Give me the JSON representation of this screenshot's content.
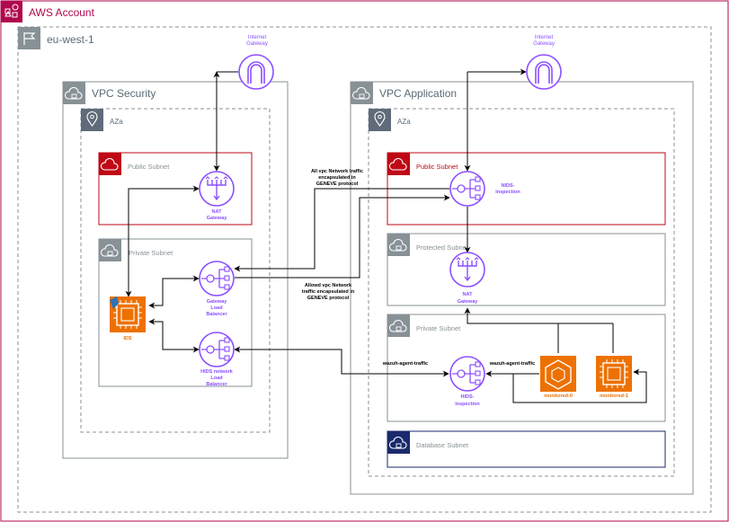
{
  "colors": {
    "account": "#B0084D",
    "region": "#879196",
    "vpc": "#879196",
    "az": "#879196",
    "public_subnet": "#BF0816",
    "protected_subnet": "#879196",
    "private_subnet": "#879196",
    "database_subnet": "#1A2A6C",
    "network_icon": "#8C4FFF",
    "compute_icon": "#ED7100",
    "arrow": "#000000"
  },
  "account": {
    "label": "AWS Account",
    "icon": "account-icon"
  },
  "region": {
    "label": "eu-west-1",
    "icon": "region-flag-icon"
  },
  "vpc_security": {
    "label": "VPC Security",
    "az_label": "AZa",
    "public_subnet": {
      "label": "Public Subnet"
    },
    "private_subnet": {
      "label": "Private Subnet"
    },
    "internet_gateway": {
      "label_line1": "Internet",
      "label_line2": "Gateway"
    },
    "nat_gateway": {
      "label_line1": "NAT",
      "label_line2": "Gateway"
    },
    "gateway_load_balancer": {
      "label_line1": "Gateway",
      "label_line2": "Load",
      "label_line3": "Balancer"
    },
    "hids_load_balancer": {
      "label_line1": "HIDS network",
      "label_line2": "Load",
      "label_line3": "Balancer"
    },
    "ids": {
      "label": "IDS"
    }
  },
  "vpc_application": {
    "label": "VPC Application",
    "az_label": "AZa",
    "public_subnet": {
      "label": "Public Subnet"
    },
    "protected_subnet": {
      "label": "Protected Subnet"
    },
    "private_subnet": {
      "label": "Private Subnet"
    },
    "database_subnet": {
      "label": "Database Subnet"
    },
    "internet_gateway": {
      "label_line1": "Internet",
      "label_line2": "Gateway"
    },
    "nids_inspection": {
      "label_line1": "NIDS-",
      "label_line2": "inspection"
    },
    "nat_gateway": {
      "label_line1": "NAT",
      "label_line2": "Gateway"
    },
    "hids_inspection": {
      "label_line1": "HIDS-",
      "label_line2": "inspection"
    },
    "monitored_0": {
      "label": "monitored-0"
    },
    "monitored_1": {
      "label": "monitored-1"
    }
  },
  "annotations": {
    "all_traffic": {
      "line1": "All vpc Network traffic",
      "line2": "encapsulated in",
      "line3": "GENEVE protocol"
    },
    "allowed_traffic": {
      "line1": "Allowd vpc Network",
      "line2": "traffic encapsulated in",
      "line3": "GENEVE protocol"
    },
    "wazuh_left": "wazuh-agent-traffic",
    "wazuh_right": "wazuh-agent-traffic"
  }
}
